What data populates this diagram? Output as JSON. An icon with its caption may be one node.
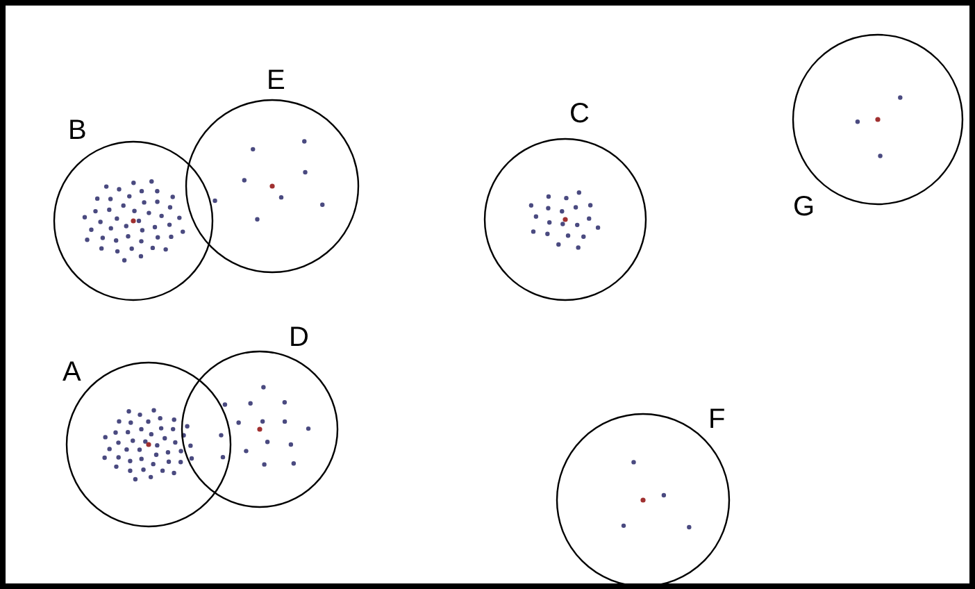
{
  "diagram": {
    "nodes": [
      {
        "text": [
          "B"
        ]
      },
      {
        "text": [
          "E"
        ]
      },
      {
        "text": [
          "C"
        ]
      },
      {
        "text": [
          "G"
        ]
      },
      {
        "text": [
          "A"
        ]
      },
      {
        "text": [
          "D"
        ]
      },
      {
        "text": [
          "F"
        ]
      }
    ]
  }
}
